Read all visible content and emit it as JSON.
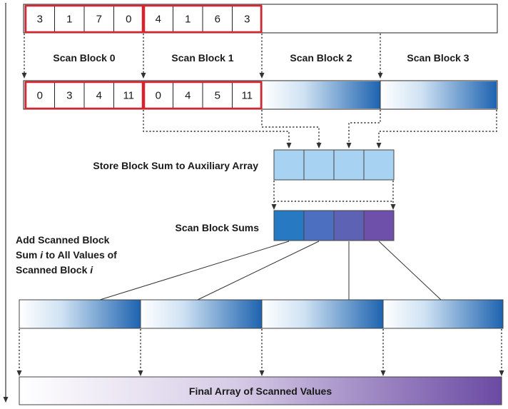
{
  "input_block0": [
    "3",
    "1",
    "7",
    "0"
  ],
  "input_block1": [
    "4",
    "1",
    "6",
    "3"
  ],
  "scan_block_labels": [
    "Scan Block 0",
    "Scan Block 1",
    "Scan Block 2",
    "Scan Block 3"
  ],
  "scanned_block0": [
    "0",
    "3",
    "4",
    "11"
  ],
  "scanned_block1": [
    "0",
    "4",
    "5",
    "11"
  ],
  "store_label": "Store Block Sum to Auxiliary Array",
  "scan_sums_label": "Scan Block Sums",
  "add_label": {
    "line1": "Add Scanned Block",
    "line2_pre": "Sum ",
    "line2_var": "i",
    "line2_post": " to All Values of",
    "line3_pre": "Scanned Block ",
    "line3_var": "i"
  },
  "final_label": "Final Array of Scanned Values",
  "colors": {
    "highlight": "#d9232e",
    "block_gradient_start": "#ffffff",
    "block_gradient_end": "#1e63b0",
    "aux_cell": "#a7d2f2",
    "sum_cells": [
      "#2779c2",
      "#4c6fc0",
      "#5e62b5",
      "#6e4fa9"
    ],
    "final_gradient_end": "#6b4aa3"
  }
}
